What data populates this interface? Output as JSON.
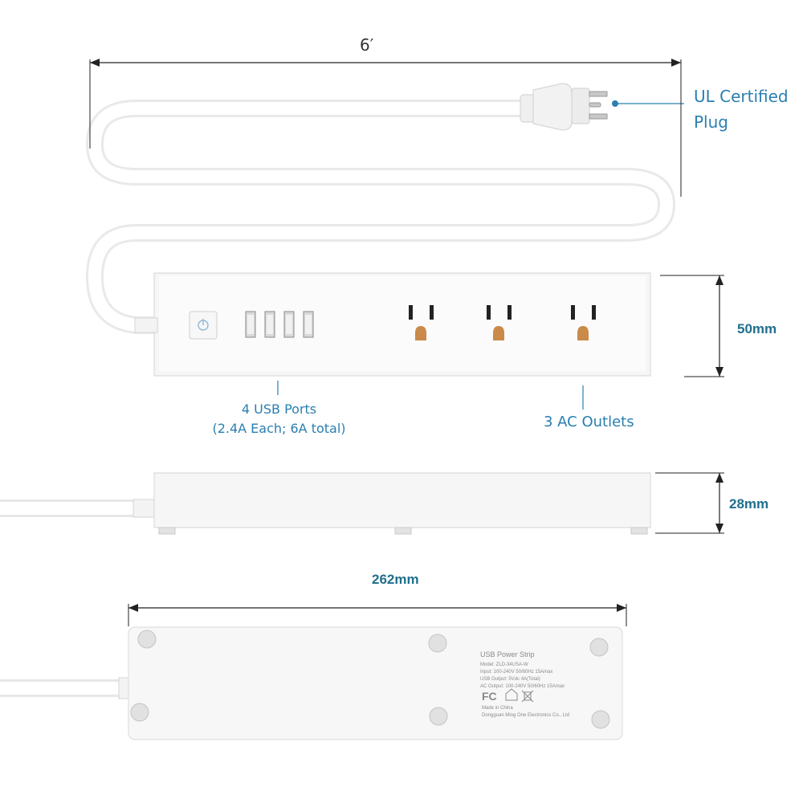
{
  "dimensions": {
    "cable_length": "6′",
    "height": "50mm",
    "depth": "28mm",
    "width": "262mm"
  },
  "callouts": {
    "plug_line1": "UL Certified",
    "plug_line2": "Plug",
    "usb_line1": "4 USB Ports",
    "usb_line2": "(2.4A Each; 6A total)",
    "ac": "3 AC Outlets"
  },
  "label_plate": {
    "title": "USB Power Strip",
    "model": "Model: ZLD-34USA-W",
    "input": "Input: 100-240V 50/60Hz 15Amax",
    "usb_output": "USB Output: 5Vdc 4A(Total)",
    "ac_output": "AC Output: 100-240V 50/60Hz 15Amax",
    "made_in": "Made in China",
    "maker": "Dongguan Ming One Electronics Co., Ltd",
    "fc_mark": "FC"
  },
  "colors": {
    "accent": "#2a7fb0",
    "dimension_text": "#1f6f8e",
    "body": "#f7f7f7",
    "outline": "#d8d8d8"
  }
}
